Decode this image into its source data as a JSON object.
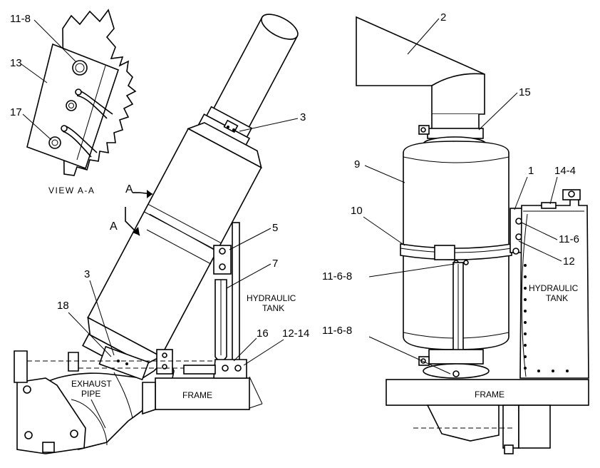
{
  "callouts": {
    "c_11_8": "11-8",
    "c_13": "13",
    "c_17": "17",
    "c_3_top": "3",
    "c_a_upper": "A",
    "c_a_lower": "A",
    "c_5": "5",
    "c_7": "7",
    "c_3_bottom": "3",
    "c_18": "18",
    "c_16": "16",
    "c_12_14": "12-14",
    "c_2": "2",
    "c_15": "15",
    "c_9": "9",
    "c_1": "1",
    "c_14_4": "14-4",
    "c_10": "10",
    "c_11_6": "11-6",
    "c_12": "12",
    "c_11_6_8_upper": "11-6-8",
    "c_11_6_8_lower": "11-6-8"
  },
  "labels": {
    "view_aa": "VIEW A-A",
    "hyd_tank_left_1": "HYDRAULIC",
    "hyd_tank_left_2": "TANK",
    "exhaust_1": "EXHAUST",
    "exhaust_2": "PIPE",
    "frame_left": "FRAME",
    "frame_right": "FRAME",
    "hyd_tank_right_1": "HYDRAULIC",
    "hyd_tank_right_2": "TANK"
  }
}
